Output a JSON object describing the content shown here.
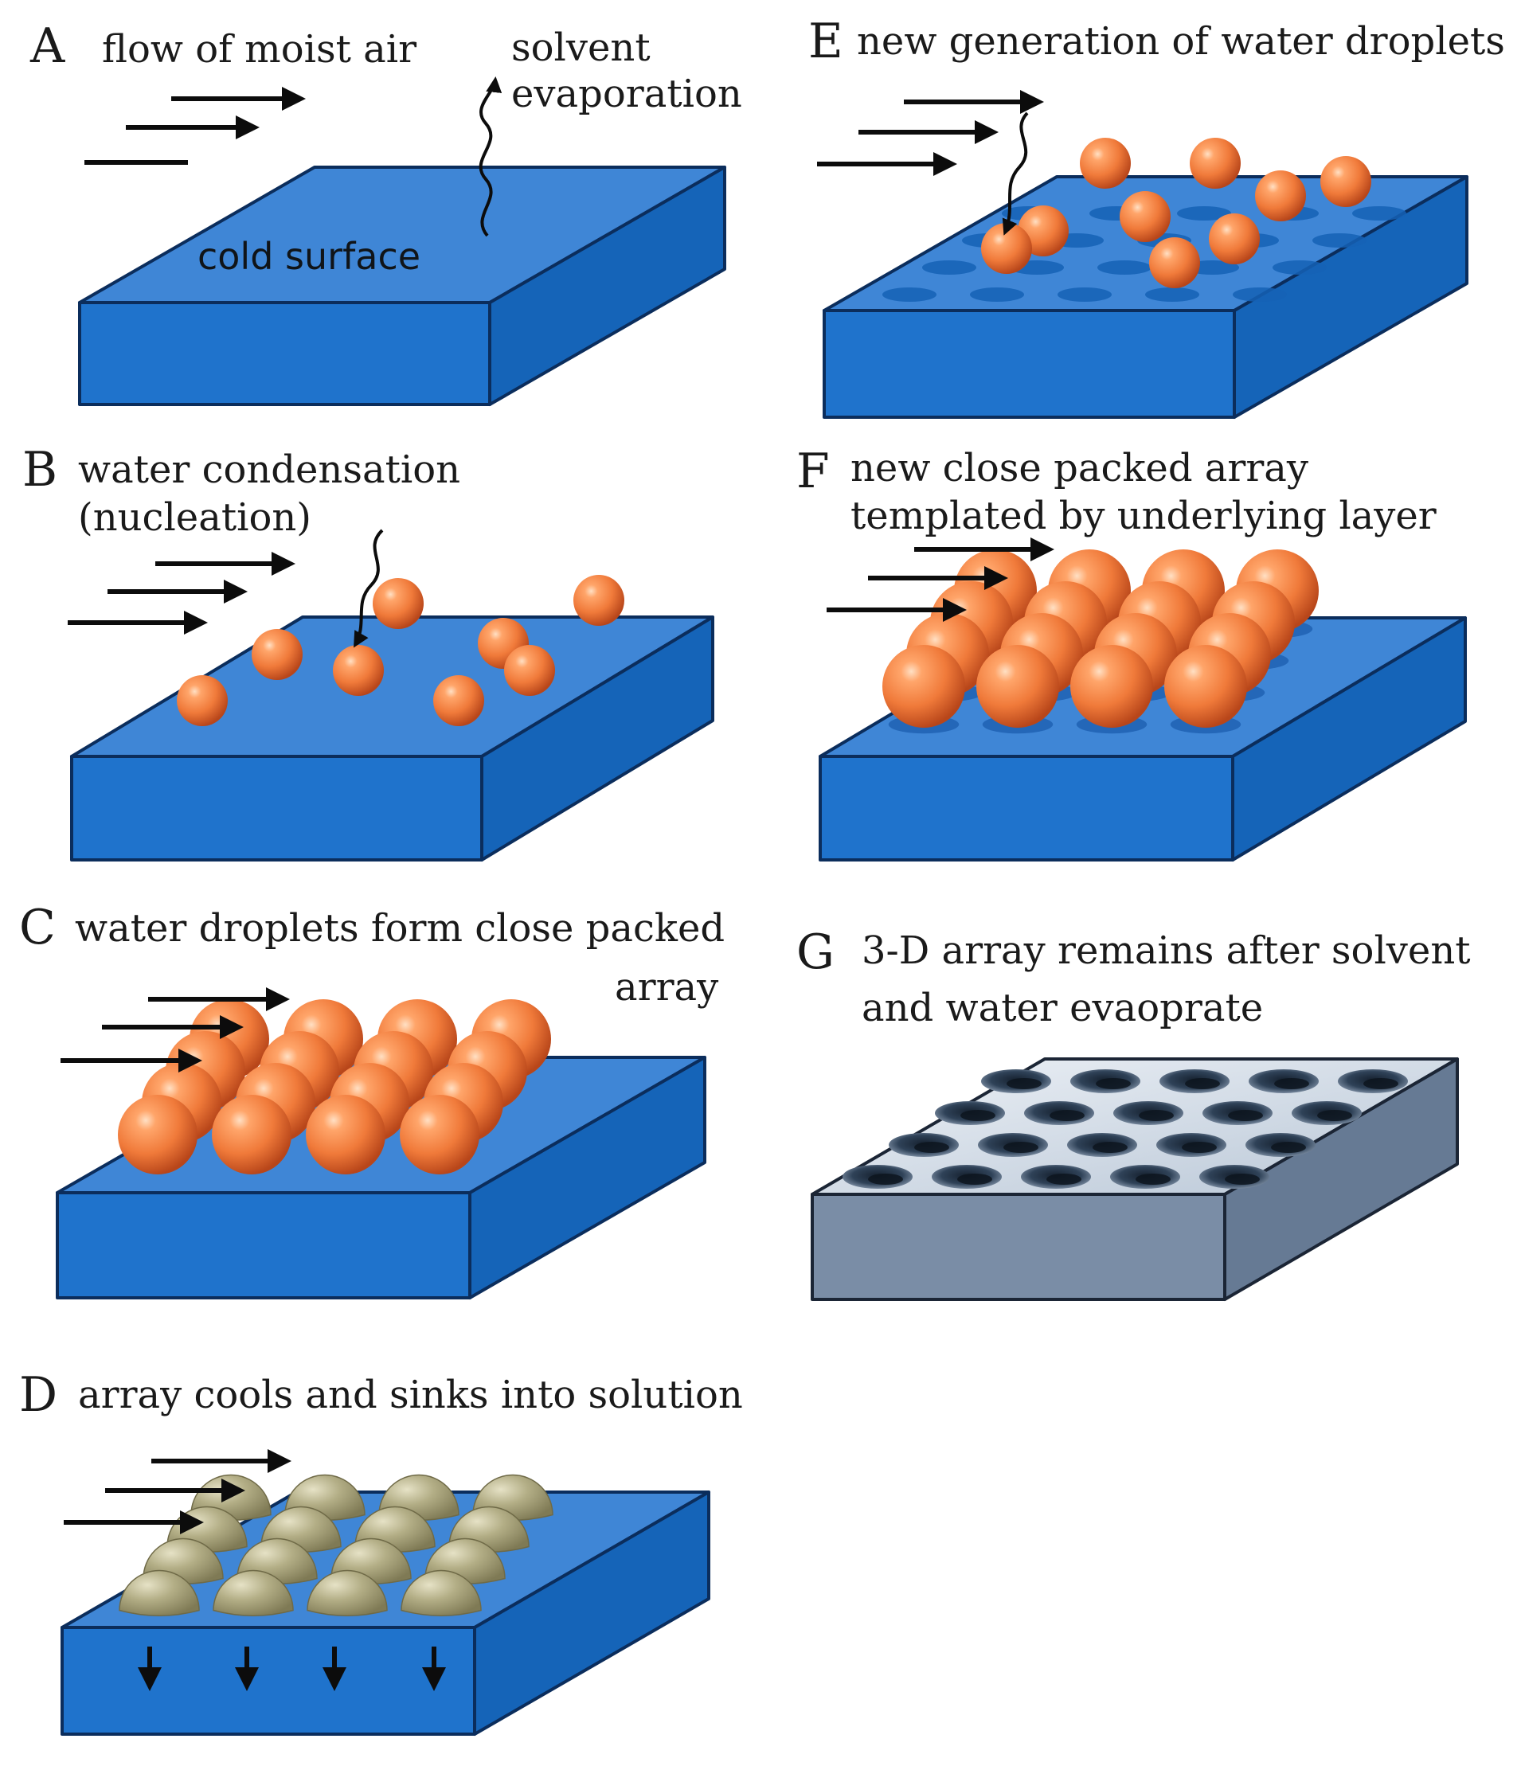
{
  "colors": {
    "slab_top": "#3f86d6",
    "slab_front": "#1f73cc",
    "slab_side": "#1564b8",
    "slab_edge": "#0b2d5c",
    "droplet": "#f07a3a",
    "droplet_dark": "#c8501a",
    "droplet_highlight": "#ffc79a",
    "cooled_droplet": "#b3ae86",
    "cooled_dark": "#8d8760",
    "film_top": "#c4d0de",
    "film_front": "#7a8da6",
    "film_side": "#667a94",
    "pore": "#2f4258",
    "arrow": "#0c0c0c"
  },
  "panels": {
    "A": {
      "letter": "A",
      "caption_lines": [
        "flow of moist air"
      ],
      "extra_label_lines": [
        "solvent",
        "evaporation"
      ],
      "surface_label": "cold surface"
    },
    "B": {
      "letter": "B",
      "caption_lines": [
        "water condensation",
        "(nucleation)"
      ]
    },
    "C": {
      "letter": "C",
      "caption_lines": [
        "water droplets form close packed",
        "array"
      ]
    },
    "D": {
      "letter": "D",
      "caption_lines": [
        "array cools and sinks into solution"
      ]
    },
    "E": {
      "letter": "E",
      "caption_lines": [
        "new generation of water droplets"
      ]
    },
    "F": {
      "letter": "F",
      "caption_lines": [
        "new close packed array",
        "templated by underlying layer"
      ]
    },
    "G": {
      "letter": "G",
      "caption_lines": [
        "3-D array remains after solvent",
        "and water evaoprate"
      ]
    }
  }
}
